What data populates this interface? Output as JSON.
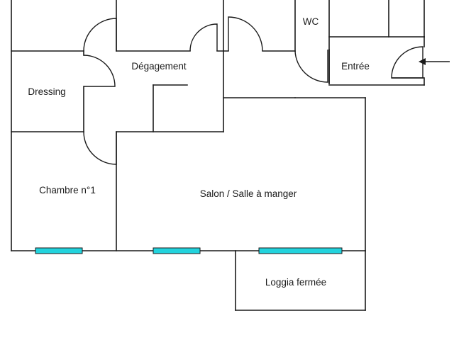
{
  "rooms": {
    "wc": "WC",
    "entree": "Entrée",
    "degagement": "Dégagement",
    "dressing": "Dressing",
    "chambre": "Chambre n°1",
    "salon": "Salon / Salle à manger",
    "loggia": "Loggia fermée"
  },
  "colors": {
    "wall": "#1a1a1a",
    "window": "#22d3dd",
    "background": "#ffffff"
  },
  "icons": [
    "entrance-arrow-icon"
  ]
}
